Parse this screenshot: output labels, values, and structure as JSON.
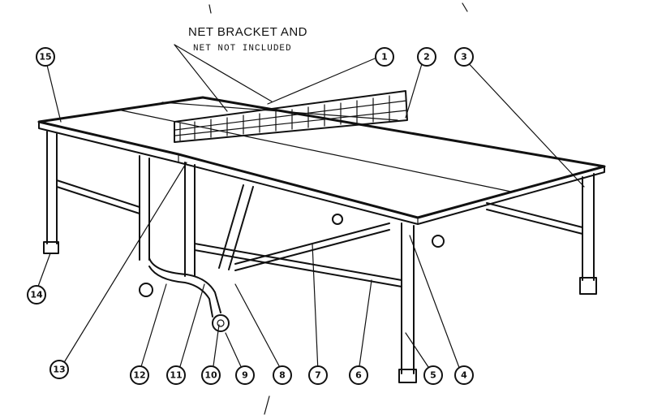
{
  "diagram": {
    "note_line1": "NET BRACKET AND",
    "note_line2": "NET NOT INCLUDED",
    "callouts": [
      "1",
      "2",
      "3",
      "4",
      "5",
      "6",
      "7",
      "8",
      "9",
      "10",
      "11",
      "12",
      "13",
      "14",
      "15"
    ]
  }
}
